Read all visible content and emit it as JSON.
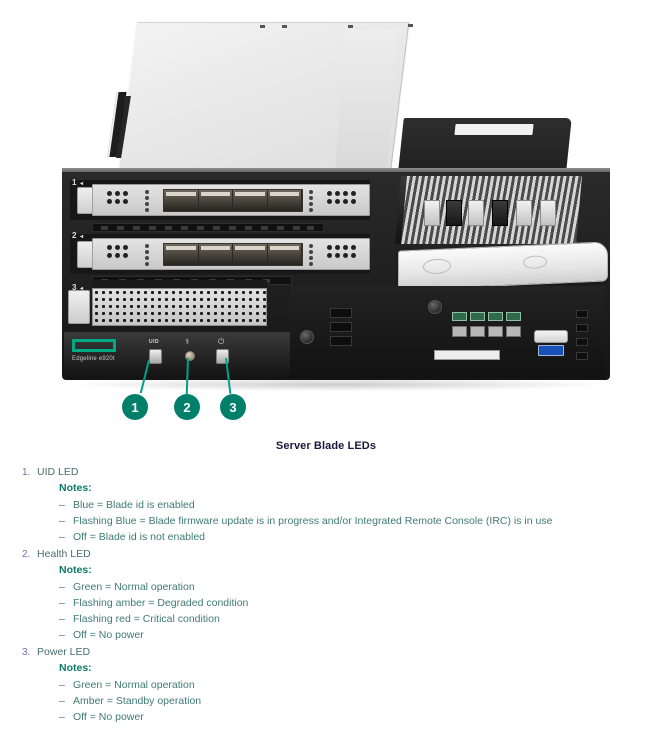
{
  "figure": {
    "caption": "Server Blade LEDs",
    "device": {
      "brand_logo": "hpe-logo",
      "model_label": "Edgeline e920t",
      "front_controls": [
        {
          "name": "uid-led-button",
          "label": "UID",
          "glyph": ""
        },
        {
          "name": "health-led",
          "label": "",
          "glyph": "⚕"
        },
        {
          "name": "power-button",
          "label": "",
          "glyph": "⏻"
        }
      ],
      "bays": [
        {
          "number": "1",
          "arrow": "◂"
        },
        {
          "number": "2",
          "arrow": "◂"
        },
        {
          "number": "3",
          "arrow": "◂"
        }
      ]
    },
    "callouts": [
      {
        "id": "1",
        "target": "uid-led"
      },
      {
        "id": "2",
        "target": "health-led"
      },
      {
        "id": "3",
        "target": "power-led"
      }
    ]
  },
  "colors": {
    "callout_fill": "#00806b",
    "leader_line": "#00a08a",
    "hpe_green": "#01a982",
    "notes_label": "#0b7a66",
    "body_text": "#3f7a77",
    "list_number": "#6f6fb0",
    "caption_text": "#19193f"
  },
  "legend": {
    "notes_label": "Notes:",
    "dash": "–",
    "items": [
      {
        "number": "1.",
        "title": "UID LED",
        "notes": [
          "Blue = Blade id is enabled",
          "Flashing Blue = Blade firmware update is in progress and/or Integrated Remote Console (IRC) is in use",
          "Off = Blade id is not enabled"
        ]
      },
      {
        "number": "2.",
        "title": "Health LED",
        "notes": [
          "Green = Normal operation",
          "Flashing amber = Degraded condition",
          "Flashing red = Critical condition",
          "Off = No power"
        ]
      },
      {
        "number": "3.",
        "title": "Power LED",
        "notes": [
          "Green = Normal operation",
          "Amber = Standby operation",
          "Off = No power"
        ]
      }
    ]
  }
}
